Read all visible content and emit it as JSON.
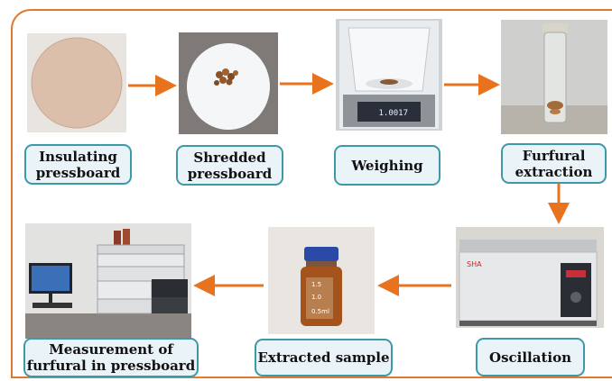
{
  "steps": [
    {
      "id": "insulating",
      "label_line1": "Insulating",
      "label_line2": "pressboard"
    },
    {
      "id": "shredded",
      "label_line1": "Shredded",
      "label_line2": "pressboard"
    },
    {
      "id": "weighing",
      "label_line1": "Weighing",
      "label_line2": ""
    },
    {
      "id": "extraction",
      "label_line1": "Furfural",
      "label_line2": "extraction"
    },
    {
      "id": "oscillation",
      "label_line1": "Oscillation",
      "label_line2": ""
    },
    {
      "id": "extracted",
      "label_line1": "Extracted sample",
      "label_line2": ""
    },
    {
      "id": "measurement",
      "label_line1": "Measurement of",
      "label_line2": "furfural in pressboard"
    }
  ],
  "scale_readout": "1.0017",
  "vial_marks": [
    "1.5",
    "1.0",
    "0.5ml"
  ],
  "colors": {
    "frame": "#e07a2e",
    "arrow": "#e8731f",
    "label_border": "#3c9aa8",
    "label_fill": "#eaf3f8"
  }
}
